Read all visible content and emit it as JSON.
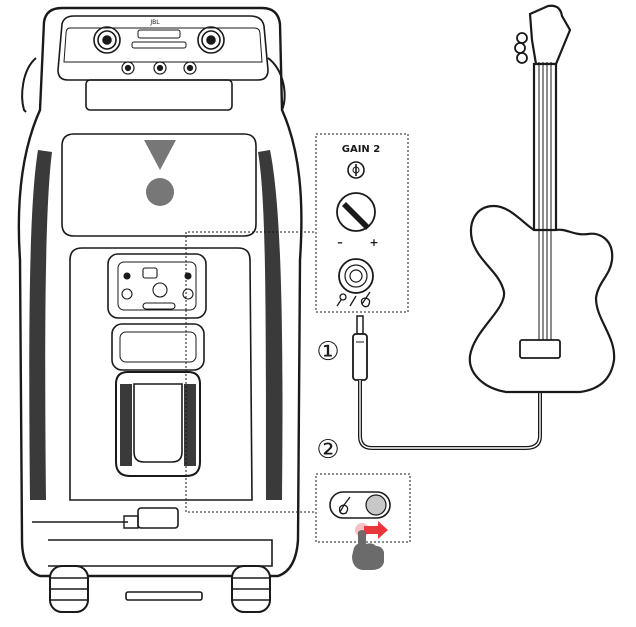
{
  "figure": {
    "panel_label": "GAIN 2",
    "knob_minus": "–",
    "knob_plus": "+",
    "step_1": "①",
    "step_2": "②",
    "speaker_brand": "JBL"
  },
  "colors": {
    "stroke": "#1a1a1a",
    "grille": "#3a3a3a",
    "hand": "#6b6b6b",
    "push_arrow": "#e8383d",
    "push_glow": "#f6c1c4",
    "toggle_knob": "#c8c8c8"
  },
  "icons": {
    "gain_icon": "gain-icon",
    "instrument_jack": "instrument-jack-icon",
    "mic_guitar_symbol": "mic-guitar-icon",
    "guitar_toggle": "guitar-toggle-icon",
    "hand_press": "pointing-hand-icon"
  }
}
